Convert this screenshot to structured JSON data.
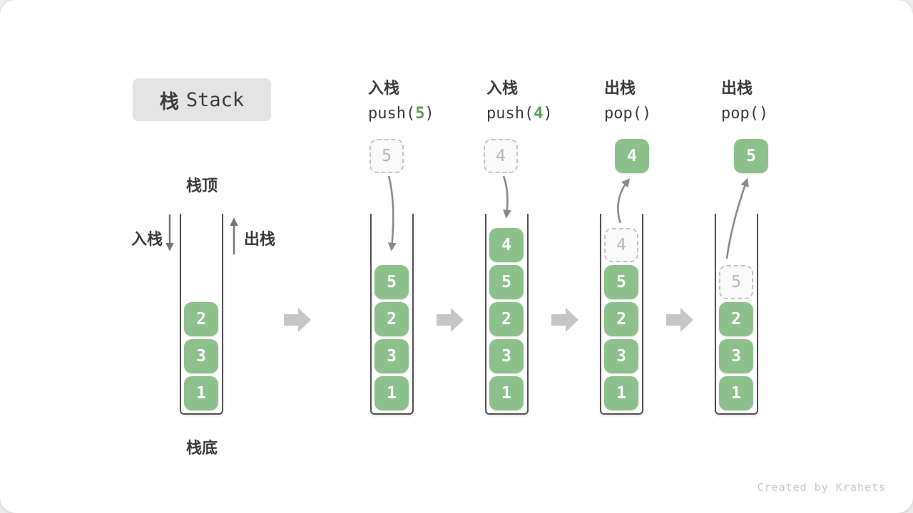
{
  "title": {
    "cjk": "栈",
    "latin": "Stack"
  },
  "legend": {
    "stack_top": "栈顶",
    "stack_bottom": "栈底",
    "push": "入栈",
    "pop": "出栈"
  },
  "operations": [
    {
      "label": "入栈",
      "code_pre": "push(",
      "code_arg": "5",
      "code_post": ")"
    },
    {
      "label": "入栈",
      "code_pre": "push(",
      "code_arg": "4",
      "code_post": ")"
    },
    {
      "label": "出栈",
      "code_pre": "pop(",
      "code_arg": "",
      "code_post": ")"
    },
    {
      "label": "出栈",
      "code_pre": "pop(",
      "code_arg": "",
      "code_post": ")"
    }
  ],
  "floating": [
    {
      "value": "5",
      "state": "dashed"
    },
    {
      "value": "4",
      "state": "dashed"
    },
    {
      "value": "4",
      "state": "solid"
    },
    {
      "value": "5",
      "state": "solid"
    }
  ],
  "stacks": [
    {
      "cells": [
        {
          "value": "2",
          "state": "solid"
        },
        {
          "value": "3",
          "state": "solid"
        },
        {
          "value": "1",
          "state": "solid"
        }
      ]
    },
    {
      "cells": [
        {
          "value": "5",
          "state": "solid"
        },
        {
          "value": "2",
          "state": "solid"
        },
        {
          "value": "3",
          "state": "solid"
        },
        {
          "value": "1",
          "state": "solid"
        }
      ]
    },
    {
      "cells": [
        {
          "value": "4",
          "state": "solid"
        },
        {
          "value": "5",
          "state": "solid"
        },
        {
          "value": "2",
          "state": "solid"
        },
        {
          "value": "3",
          "state": "solid"
        },
        {
          "value": "1",
          "state": "solid"
        }
      ]
    },
    {
      "cells": [
        {
          "value": "4",
          "state": "dashed"
        },
        {
          "value": "5",
          "state": "solid"
        },
        {
          "value": "2",
          "state": "solid"
        },
        {
          "value": "3",
          "state": "solid"
        },
        {
          "value": "1",
          "state": "solid"
        }
      ]
    },
    {
      "cells": [
        {
          "value": "5",
          "state": "dashed"
        },
        {
          "value": "2",
          "state": "solid"
        },
        {
          "value": "3",
          "state": "solid"
        },
        {
          "value": "1",
          "state": "solid"
        }
      ]
    }
  ],
  "watermark": "Created by Krahets",
  "colors": {
    "cell_green": "#8dc18b",
    "code_arg_green": "#5ba152",
    "curved_arrow_gray": "#8a8a8a",
    "direction_arrow_gray": "#757575",
    "step_arrow_gray": "#c6c6c6",
    "dashed_border_gray": "#c4c4c4",
    "text_dark": "#3b3b3b",
    "title_bg": "#e4e4e4",
    "container_wall": "#515151",
    "watermark_gray": "#c9c9c9"
  }
}
